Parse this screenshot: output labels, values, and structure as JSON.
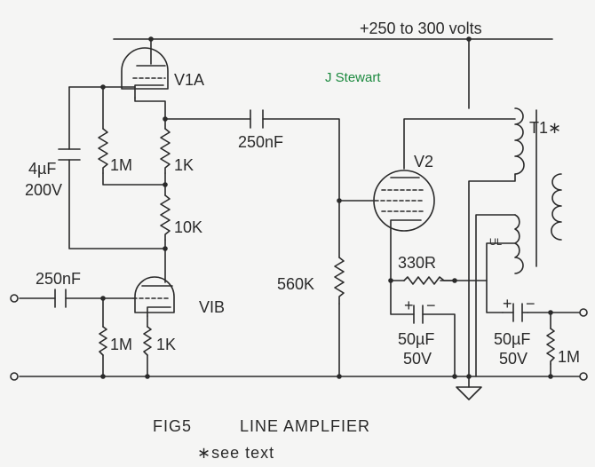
{
  "supply_label": "+250 to 300 volts",
  "author": "J Stewart",
  "tubes": {
    "v1a": "V1A",
    "v1b": "VIB",
    "v2": "V2"
  },
  "transformer": "T1∗",
  "components": {
    "c_bypass_value": "4µF",
    "c_bypass_voltage": "200V",
    "r_1m_upper": "1M",
    "r_1k_upper": "1K",
    "r_10k": "10K",
    "c_coupling": "250nF",
    "r_560k": "560K",
    "c_input": "250nF",
    "r_1m_grid": "1M",
    "r_1k_cathode": "1K",
    "r_330r": "330R",
    "c_v2_value": "50µF",
    "c_v2_voltage": "50V",
    "c_out_value": "50µF",
    "c_out_voltage": "50V",
    "r_1m_out": "1M",
    "ul_tap": "UL",
    "plus_sign": "+",
    "minus_sign": "−"
  },
  "caption": {
    "fig": "FIG5",
    "title": "LINE AMPLFIER",
    "note": "∗see text"
  }
}
